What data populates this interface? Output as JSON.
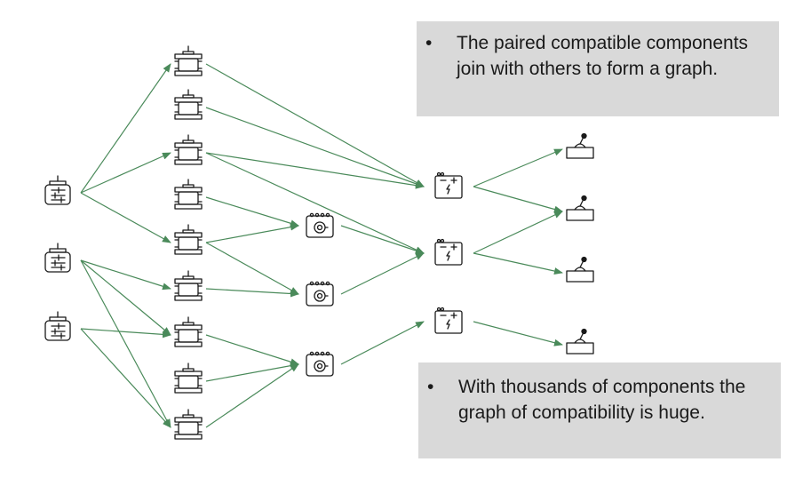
{
  "callouts": {
    "top": {
      "bullet": "•",
      "text": "The paired compatible components join with others to form a graph."
    },
    "bottom": {
      "bullet": "•",
      "text": "With thousands of components the graph of compatibility is huge."
    }
  },
  "colors": {
    "edge": "#4a8a5a",
    "icon_stroke": "#1a1a1a",
    "callout_bg": "#d9d9d9",
    "text": "#1a1a1a"
  },
  "graph": {
    "columns": [
      {
        "type": "controller-icon",
        "count": 3
      },
      {
        "type": "motor-icon",
        "count": 9
      },
      {
        "type": "propeller-icon",
        "count": 3
      },
      {
        "type": "battery-icon",
        "count": 3
      },
      {
        "type": "joystick-icon",
        "count": 4
      }
    ],
    "edges": [
      [
        [
          0,
          0
        ],
        [
          1,
          0
        ]
      ],
      [
        [
          0,
          0
        ],
        [
          1,
          2
        ]
      ],
      [
        [
          0,
          0
        ],
        [
          1,
          4
        ]
      ],
      [
        [
          0,
          1
        ],
        [
          1,
          5
        ]
      ],
      [
        [
          0,
          1
        ],
        [
          1,
          6
        ]
      ],
      [
        [
          0,
          1
        ],
        [
          1,
          8
        ]
      ],
      [
        [
          0,
          2
        ],
        [
          1,
          6
        ]
      ],
      [
        [
          0,
          2
        ],
        [
          1,
          8
        ]
      ],
      [
        [
          1,
          0
        ],
        [
          3,
          0
        ]
      ],
      [
        [
          1,
          1
        ],
        [
          3,
          0
        ]
      ],
      [
        [
          1,
          2
        ],
        [
          3,
          0
        ]
      ],
      [
        [
          1,
          2
        ],
        [
          3,
          1
        ]
      ],
      [
        [
          1,
          3
        ],
        [
          2,
          0
        ]
      ],
      [
        [
          1,
          4
        ],
        [
          2,
          0
        ]
      ],
      [
        [
          1,
          4
        ],
        [
          2,
          1
        ]
      ],
      [
        [
          1,
          5
        ],
        [
          2,
          1
        ]
      ],
      [
        [
          1,
          6
        ],
        [
          2,
          2
        ]
      ],
      [
        [
          1,
          7
        ],
        [
          2,
          2
        ]
      ],
      [
        [
          1,
          8
        ],
        [
          2,
          2
        ]
      ],
      [
        [
          2,
          0
        ],
        [
          3,
          1
        ]
      ],
      [
        [
          2,
          1
        ],
        [
          3,
          1
        ]
      ],
      [
        [
          2,
          2
        ],
        [
          3,
          2
        ]
      ],
      [
        [
          3,
          0
        ],
        [
          4,
          0
        ]
      ],
      [
        [
          3,
          0
        ],
        [
          4,
          1
        ]
      ],
      [
        [
          3,
          1
        ],
        [
          4,
          1
        ]
      ],
      [
        [
          3,
          1
        ],
        [
          4,
          2
        ]
      ],
      [
        [
          3,
          2
        ],
        [
          4,
          3
        ]
      ]
    ]
  }
}
